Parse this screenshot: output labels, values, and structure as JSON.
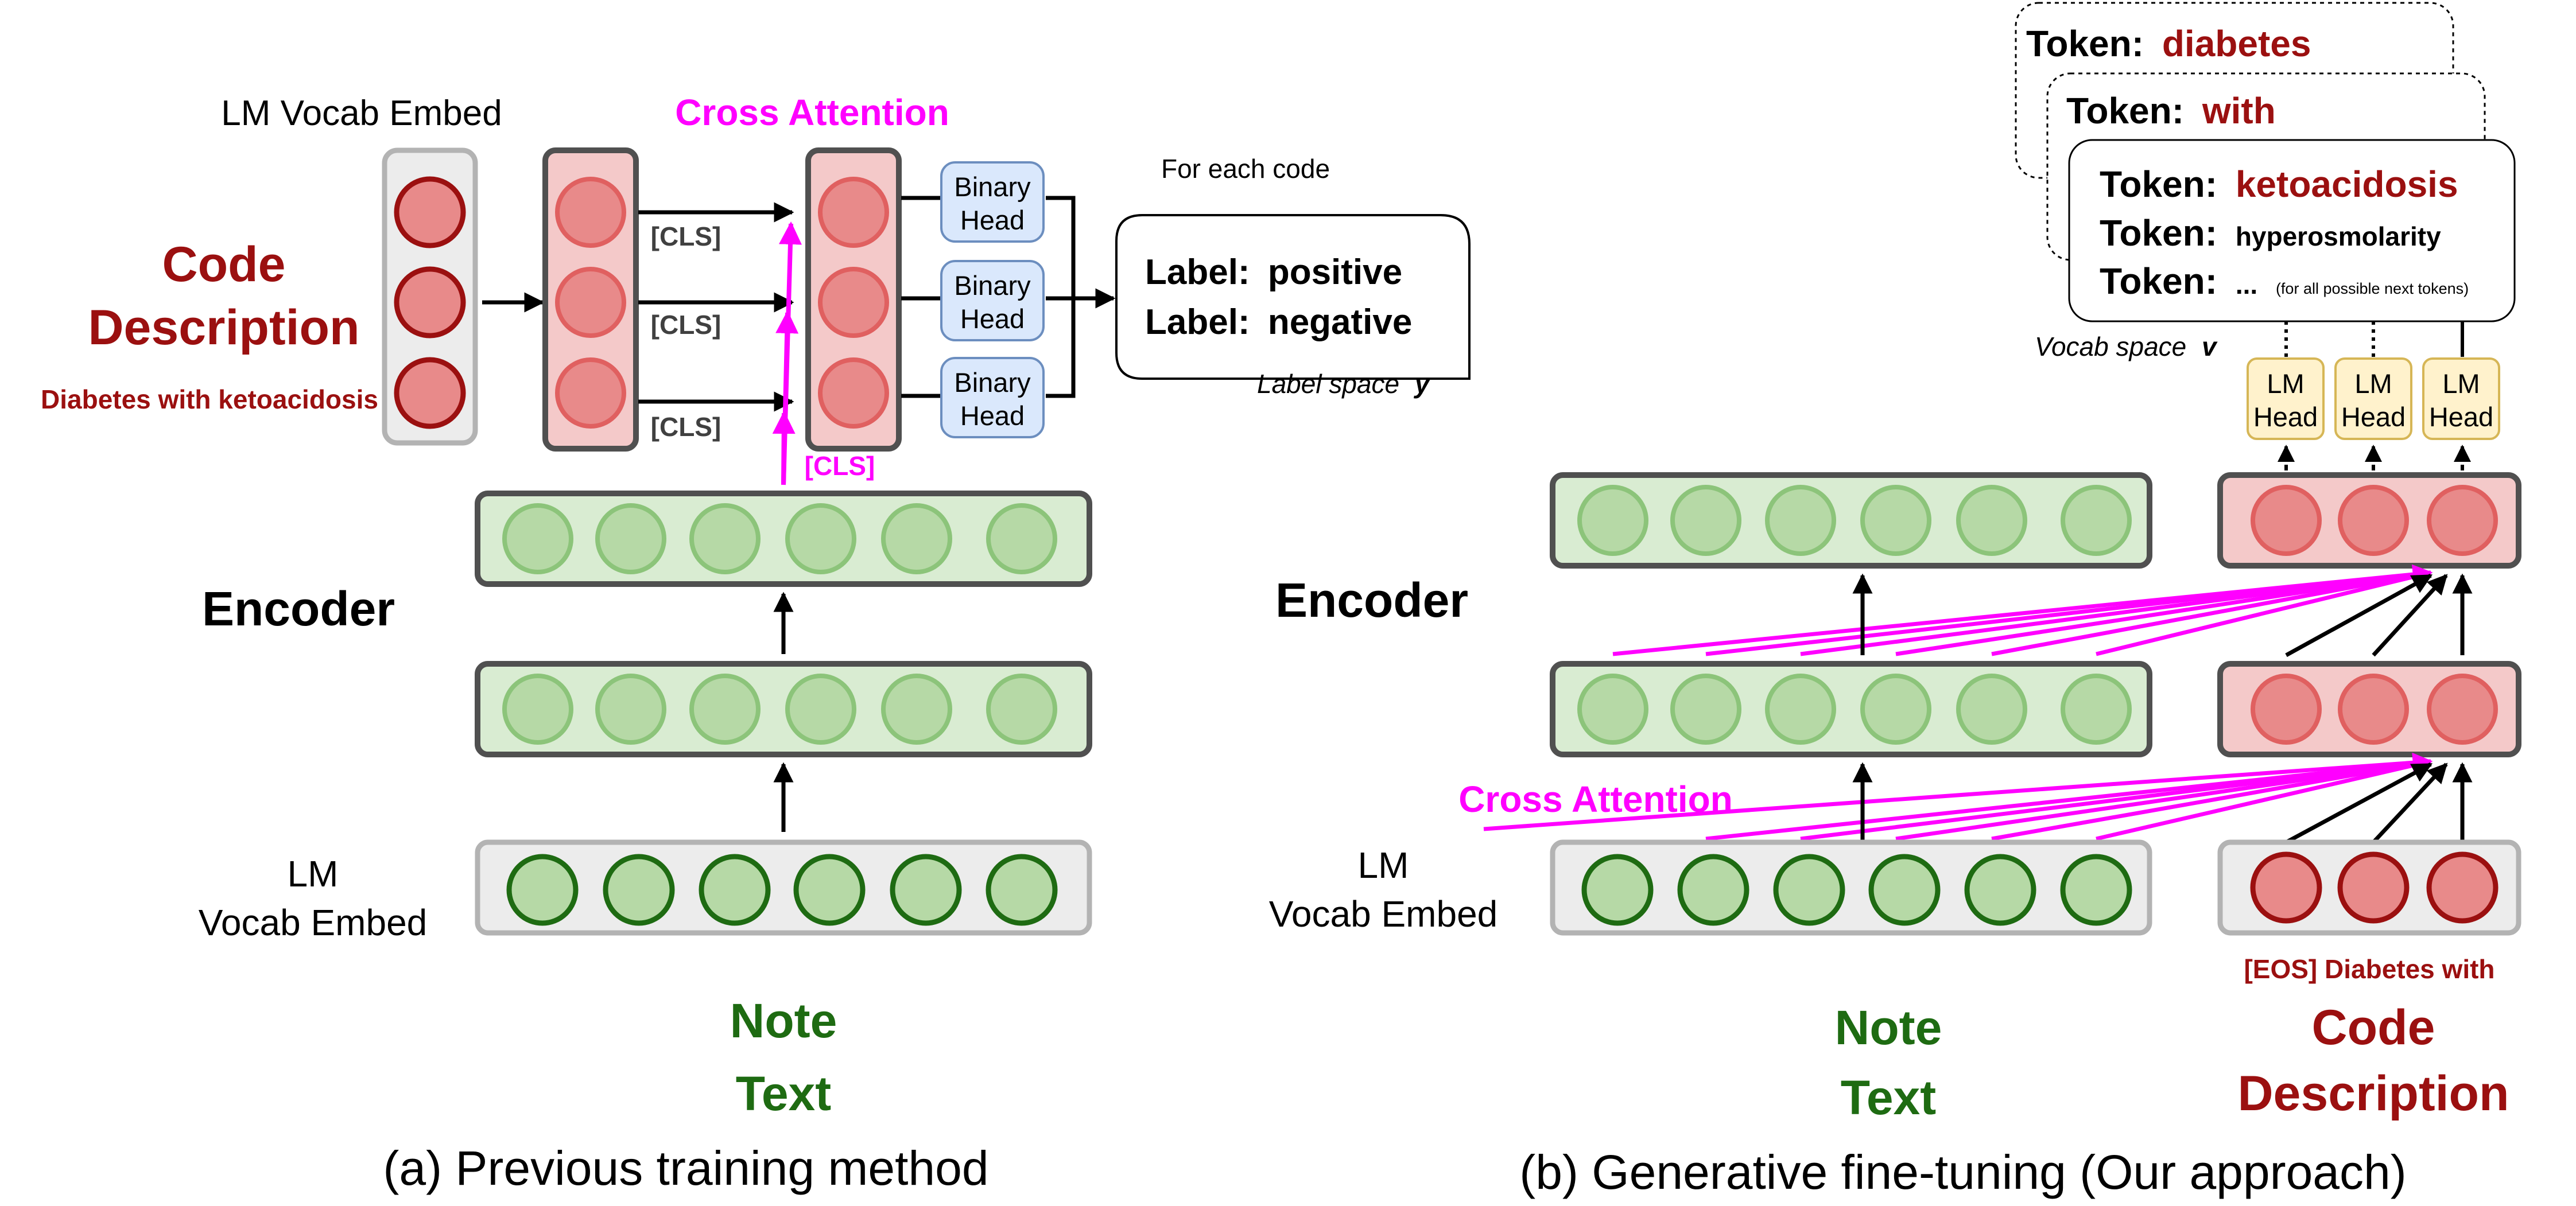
{
  "panel_a": {
    "lm_vocab_embed_top": "LM Vocab Embed",
    "cross_attention": "Cross Attention",
    "code_line1": "Code",
    "code_line2": "Description",
    "code_example": "Diabetes with ketoacidosis",
    "cls": "[CLS]",
    "binary_head_line1": "Binary",
    "binary_head_line2": "Head",
    "for_each_code": "For each code",
    "label_positive_key": "Label:",
    "label_positive_val": "positive",
    "label_negative_key": "Label:",
    "label_negative_val": "negative",
    "label_space": "Label space",
    "label_space_var": "y",
    "encoder": "Encoder",
    "lm_line1": "LM",
    "lm_line2": "Vocab Embed",
    "note_line1": "Note",
    "note_line2": "Text",
    "caption": "(a) Previous training method"
  },
  "panel_b": {
    "token_key": "Token:",
    "token_1": "diabetes",
    "token_2": "with",
    "token_3": "ketoacidosis",
    "token_4": "hyperosmolarity",
    "token_5": "...",
    "token_5_note": "(for all possible next tokens)",
    "vocab_space": "Vocab space",
    "vocab_space_var": "v",
    "lm_head_line1": "LM",
    "lm_head_line2": "Head",
    "encoder": "Encoder",
    "cross_attention": "Cross Attention",
    "lm_line1": "LM",
    "lm_line2": "Vocab Embed",
    "note_line1": "Note",
    "note_line2": "Text",
    "eos_text": "[EOS] Diabetes with",
    "code_line1": "Code",
    "code_line2": "Description",
    "caption": "(b) Generative fine-tuning (Our approach)"
  },
  "colors": {
    "dark_red": "#9b1010",
    "magenta": "#ff00ff",
    "dark_green": "#1e6b12",
    "green_fill": "#b6d9a6",
    "green_box": "#d9ecd2",
    "red_fill": "#e88a8a",
    "red_box": "#f4c9c9",
    "gray_box": "#ececec",
    "blue_head": "#dae8fc",
    "yellow_head": "#fff2cc"
  }
}
